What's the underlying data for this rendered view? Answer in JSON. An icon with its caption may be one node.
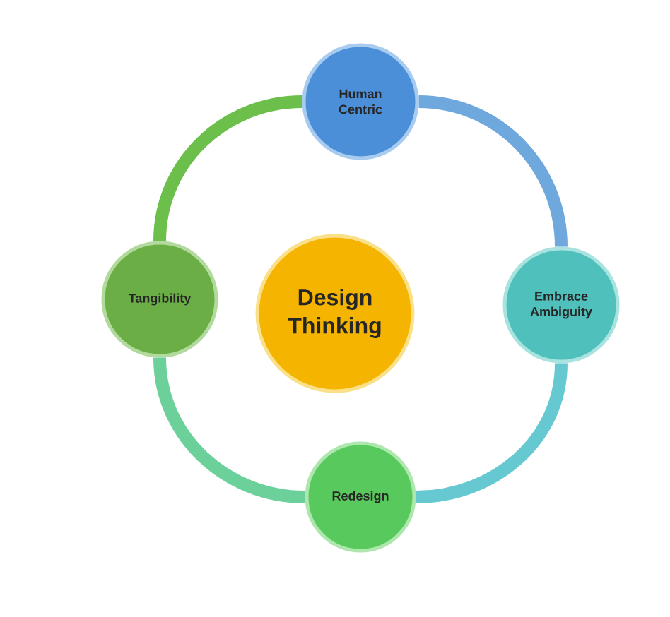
{
  "diagram": {
    "nodes": [
      {
        "text": [
          "Human Centric"
        ]
      },
      {
        "text": [
          "Tangibility"
        ]
      },
      {
        "text": [
          "Design Thinking"
        ]
      },
      {
        "text": [
          "Embrace Ambiguity"
        ]
      },
      {
        "text": [
          "Redesign"
        ]
      }
    ],
    "edges": [
      {
        "from": 0,
        "to": 3,
        "arrow": "none",
        "color": "#6fa8dc"
      },
      {
        "from": 3,
        "to": 4,
        "arrow": "none",
        "color": "#66c8d0"
      },
      {
        "from": 4,
        "to": 1,
        "arrow": "none",
        "color": "#6cd09a"
      },
      {
        "from": 1,
        "to": 0,
        "arrow": "none",
        "color": "#6cbf4a"
      }
    ]
  }
}
